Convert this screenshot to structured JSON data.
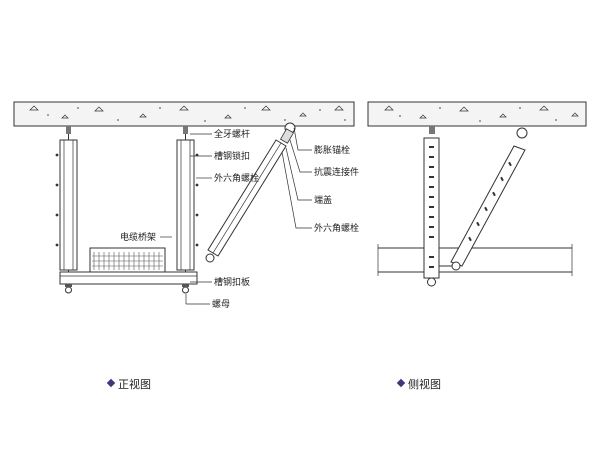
{
  "front_view": {
    "caption": "正视图",
    "labels": {
      "full_thread_rod": "全牙螺杆",
      "channel_lock": "槽钢锁扣",
      "hex_bolt_upper": "外六角螺栓",
      "cable_tray": "电缆桥架",
      "channel_clamp_plate": "槽钢扣板",
      "nut": "螺母",
      "expansion_anchor": "膨胀锚栓",
      "seismic_connector": "抗震连接件",
      "end_cap": "端盖",
      "hex_bolt_lower": "外六角螺栓"
    }
  },
  "side_view": {
    "caption": "侧视图"
  },
  "colors": {
    "accent": "#3a3a7a",
    "line": "#333333",
    "slab": "#f4f4f4"
  }
}
